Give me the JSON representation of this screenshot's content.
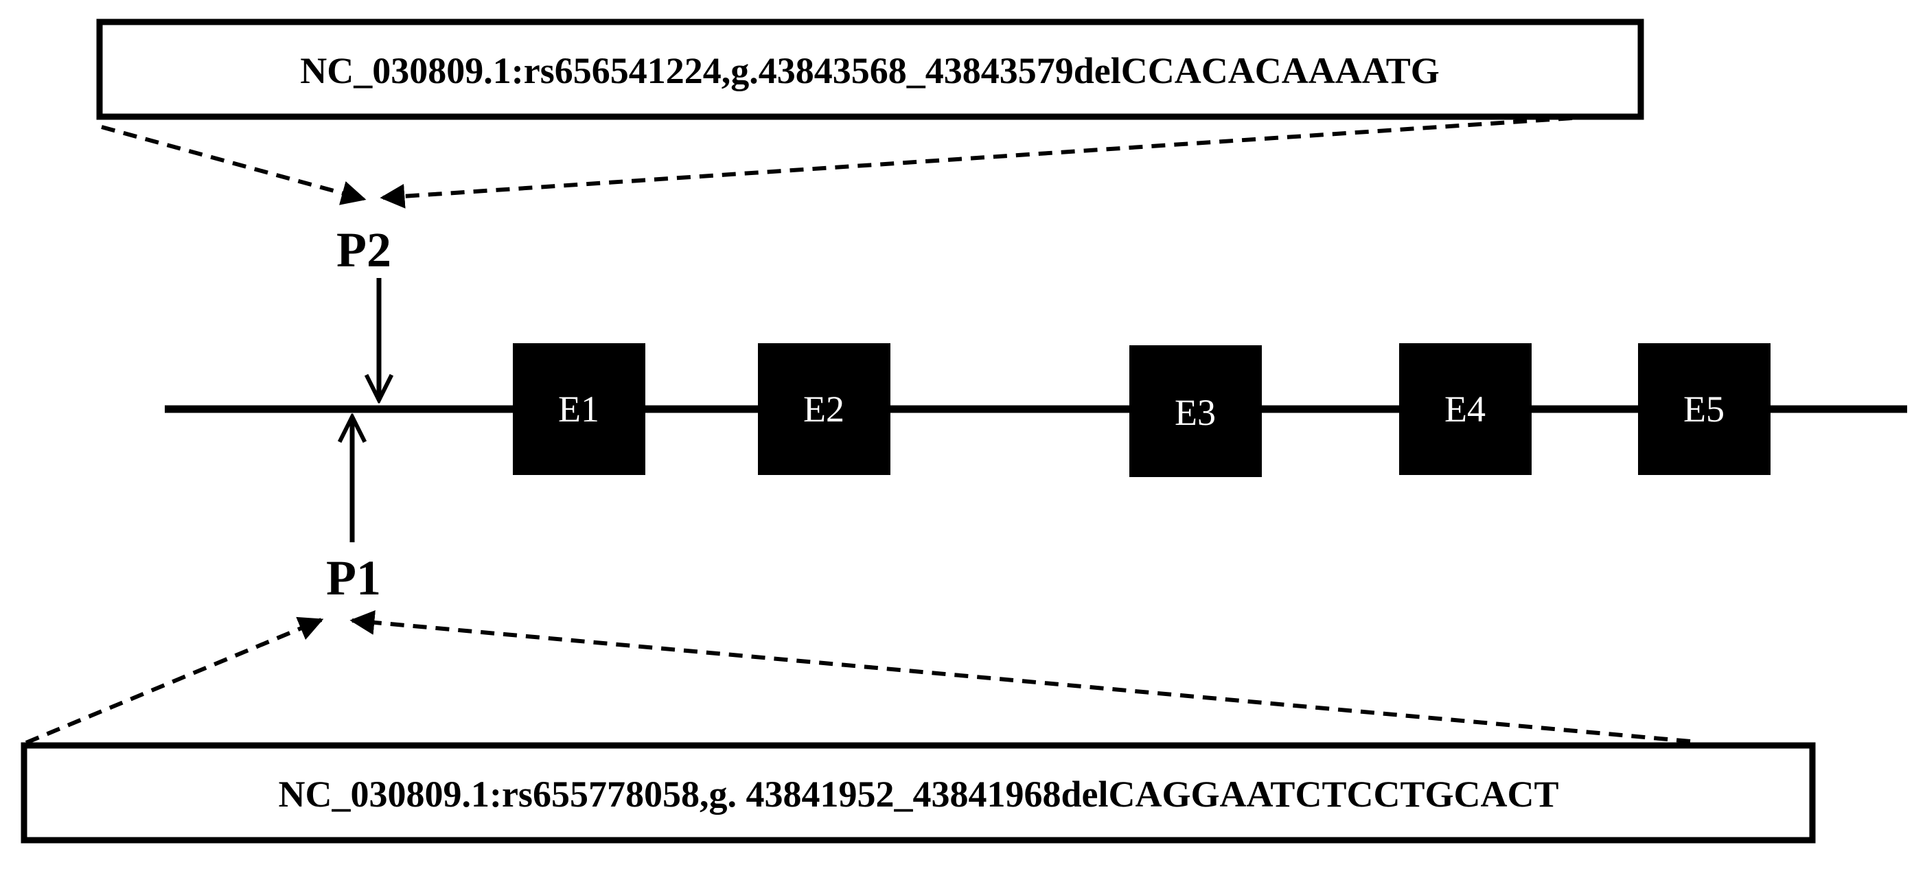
{
  "variants": {
    "p2": "NC_030809.1:rs656541224,g.43843568_43843579delCCACACAAAATG",
    "p1": "NC_030809.1:rs655778058,g. 43841952_43841968delCAGGAATCTCCTGCACT"
  },
  "promoters": {
    "p2": "P2",
    "p1": "P1"
  },
  "exons": [
    "E1",
    "E2",
    "E3",
    "E4",
    "E5"
  ],
  "colors": {
    "line": "#000000",
    "exon_fill": "#000000",
    "exon_text": "#ffffff",
    "background": "#ffffff"
  }
}
